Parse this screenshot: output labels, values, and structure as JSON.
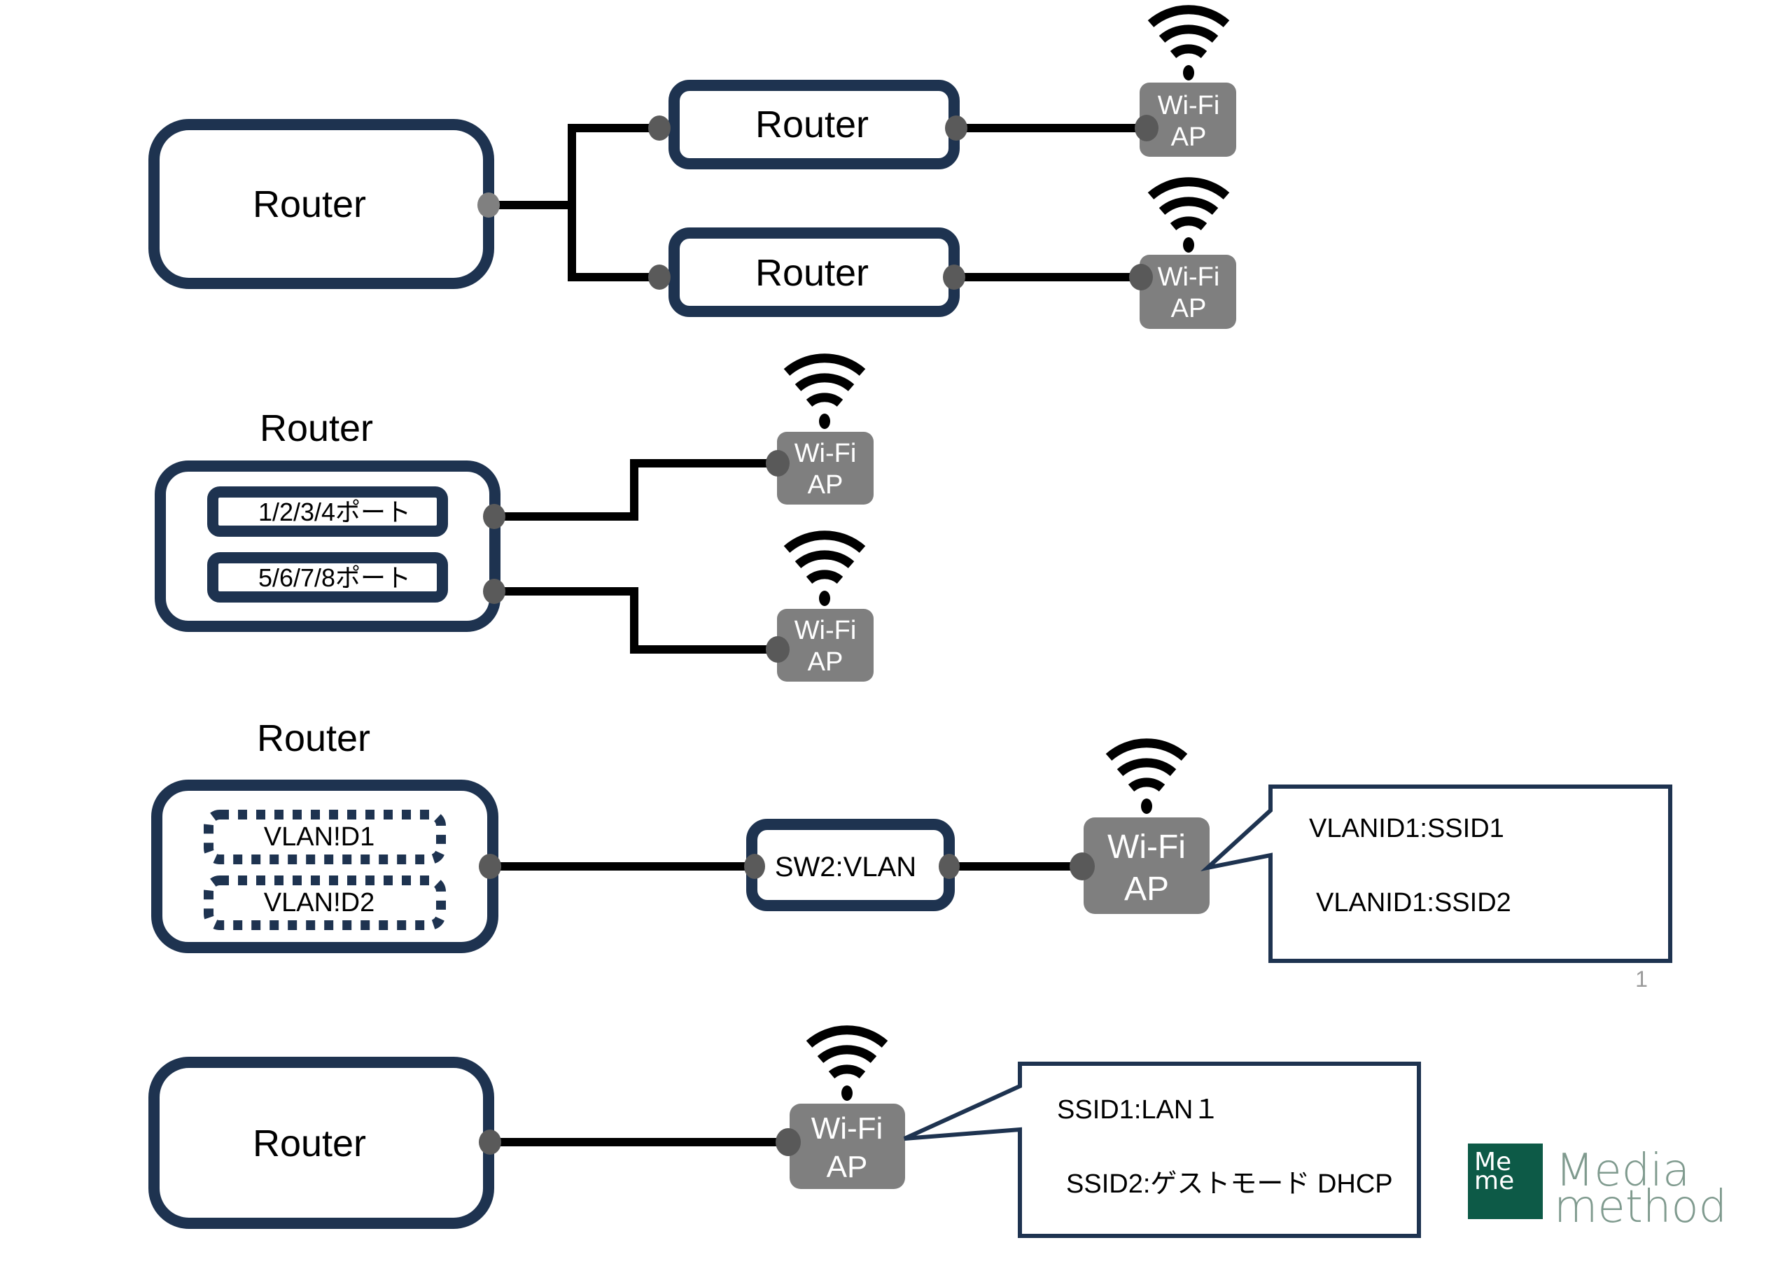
{
  "colors": {
    "navy": "#1e3350",
    "ap_gray": "#7f7f7f",
    "port_gray": "#5a5a5a",
    "port_light": "#808080",
    "line": "#000000",
    "logo_green": "#0d5a47",
    "logo_text": "#7f9a8e",
    "page_num": "#999999"
  },
  "section1": {
    "main_router": "Router",
    "router_a": "Router",
    "router_b": "Router",
    "ap1": {
      "line1": "Wi-Fi",
      "line2": "AP"
    },
    "ap2": {
      "line1": "Wi-Fi",
      "line2": "AP"
    }
  },
  "section2": {
    "router_label": "Router",
    "port_group_1": "1/2/3/4ポート",
    "port_group_2": "5/6/7/8ポート",
    "ap3": {
      "line1": "Wi-Fi",
      "line2": "AP"
    },
    "ap4": {
      "line1": "Wi-Fi",
      "line2": "AP"
    }
  },
  "section3": {
    "router_label": "Router",
    "vlan1": "VLAN!D1",
    "vlan2": "VLAN!D2",
    "switch": "SW2:VLAN",
    "ap5": {
      "line1": "Wi-Fi",
      "line2": "AP"
    },
    "callout": {
      "line1": "VLANID1:SSID1",
      "line2": "VLANID1:SSID2"
    },
    "page_number": "1"
  },
  "section4": {
    "router": "Router",
    "ap6": {
      "line1": "Wi-Fi",
      "line2": "AP"
    },
    "callout": {
      "line1": "SSID1:LAN１",
      "line2": "SSID2:ゲストモード DHCP"
    }
  },
  "logo": {
    "mark_top": "Me",
    "mark_bottom": "me",
    "word1": "Media",
    "word2": "method"
  }
}
